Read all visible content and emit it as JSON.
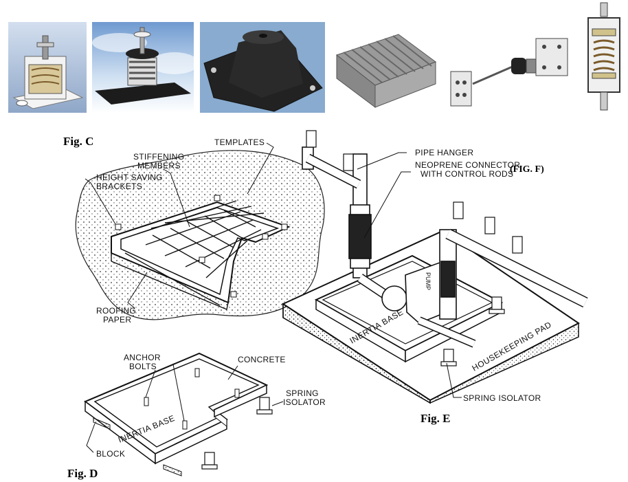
{
  "photos": [
    {
      "name": "housed-spring-isolator",
      "bg": "#b9cbe0"
    },
    {
      "name": "open-spring-mount",
      "bg": "#8fb3dc"
    },
    {
      "name": "rubber-mount",
      "bg": "#7ea2c7"
    },
    {
      "name": "neoprene-pad",
      "bg": "#ffffff"
    },
    {
      "name": "hanger-assembly",
      "bg": "#ffffff"
    },
    {
      "name": "spring-hanger",
      "bg": "#ffffff"
    }
  ],
  "figures": {
    "c": "Fig. C",
    "d": "Fig. D",
    "e": "Fig. E"
  },
  "labels_c": {
    "stiffening": [
      "STIFFENING",
      "MEMBERS"
    ],
    "templates": "TEMPLATES",
    "height": [
      "HEIGHT SAVING",
      "BRACKETS"
    ],
    "roofing": [
      "ROOFING",
      "PAPER"
    ]
  },
  "labels_d": {
    "anchor": [
      "ANCHOR",
      "BOLTS"
    ],
    "concrete": "CONCRETE",
    "spring": [
      "SPRING",
      "ISOLATOR"
    ],
    "block": "BLOCK",
    "base": "INERTIA BASE"
  },
  "labels_e": {
    "hanger": "PIPE HANGER",
    "connector": [
      "NEOPRENE CONNECTOR",
      "WITH CONTROL RODS"
    ],
    "figf": "(FIG. F)",
    "base": "INERTIA BASE",
    "pad": "HOUSEKEEPING PAD",
    "spring": "SPRING ISOLATOR",
    "pump": "PUMP"
  }
}
